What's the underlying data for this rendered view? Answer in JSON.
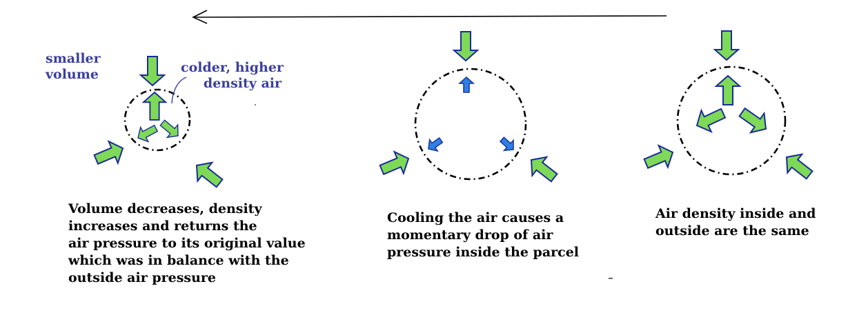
{
  "colors": {
    "label_blue": "#3b3f9e",
    "arrow_green": "#7ed957",
    "arrow_outline": "#1b2a9a",
    "small_arrow_blue": "#2f7fe6",
    "circle": "#000000"
  },
  "panel_left": {
    "label_smaller": [
      "smaller",
      "volume"
    ],
    "label_colder": [
      "colder, higher",
      "density air"
    ],
    "caption": [
      "Volume decreases, density",
      "increases and  returns the",
      "air pressure to its original value",
      "which was in balance with the",
      "outside air pressure"
    ]
  },
  "panel_middle": {
    "caption": [
      "Cooling the air causes a",
      "momentary drop of air",
      "pressure inside the parcel"
    ]
  },
  "panel_right": {
    "caption": [
      "Air density inside and",
      "outside are the same"
    ]
  },
  "icons": [
    "time-arrow-icon",
    "green-arrow-icon",
    "blue-arrow-icon",
    "parcel-circle-icon"
  ]
}
